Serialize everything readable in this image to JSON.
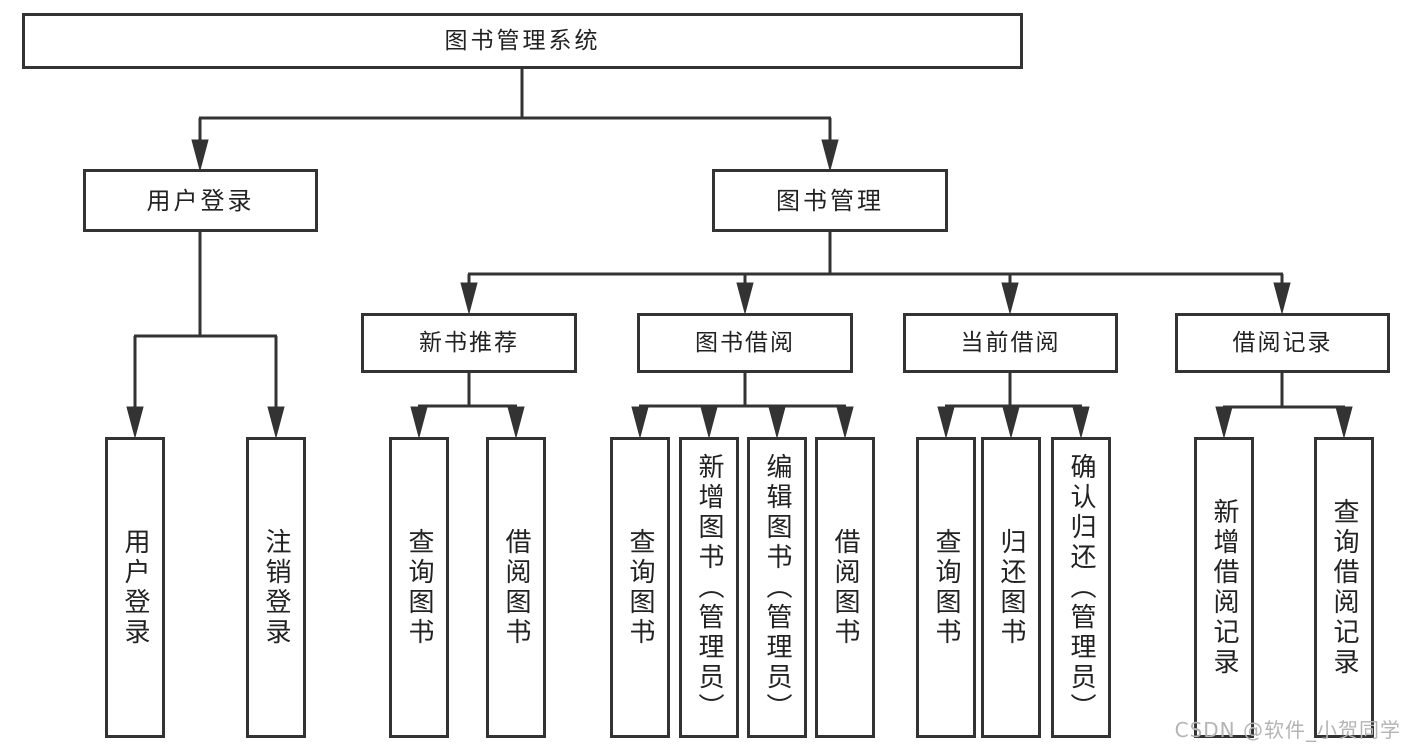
{
  "tree": {
    "root": "图书管理系统",
    "branches": [
      {
        "label": "用户登录",
        "children": [
          "用户登录",
          "注销登录"
        ]
      },
      {
        "label": "图书管理",
        "children": [
          {
            "label": "新书推荐",
            "children": [
              "查询图书",
              "借阅图书"
            ]
          },
          {
            "label": "图书借阅",
            "children": [
              "查询图书",
              "新增图书（管理员）",
              "编辑图书（管理员）",
              "借阅图书"
            ]
          },
          {
            "label": "当前借阅",
            "children": [
              "查询图书",
              "归还图书",
              "确认归还（管理员）"
            ]
          },
          {
            "label": "借阅记录",
            "children": [
              "新增借阅记录",
              "查询借阅记录"
            ]
          }
        ]
      }
    ]
  },
  "watermark": "CSDN @软件_小贺同学",
  "colors": {
    "line": "#333333",
    "box_fill": "#ffffff",
    "text": "#222222",
    "watermark_text": "#b4b4b4",
    "background": "#ffffff"
  }
}
